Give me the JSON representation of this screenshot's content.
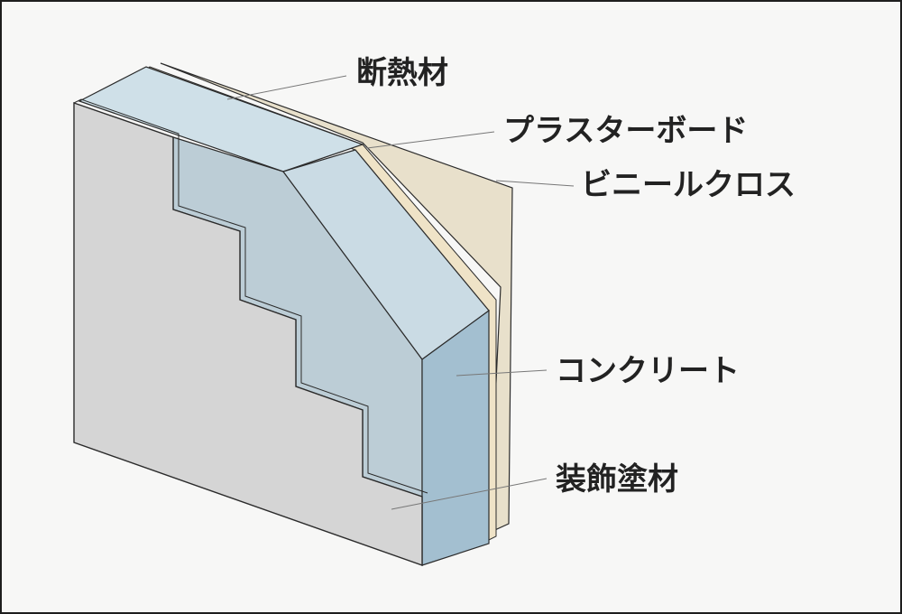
{
  "labels": {
    "insulation": "断熱材",
    "plaster_board": "プラスターボード",
    "vinyl_cloth": "ビニールクロス",
    "concrete": "コンクリート",
    "decorative_coating": "装飾塗材"
  },
  "colors": {
    "background": "#f7f7f6",
    "border": "#1e1e1e",
    "coating": "#d5d5d5",
    "concrete_front": "#a3bfd0",
    "concrete_top": "#c2d5df",
    "insulation": "#bccdd6",
    "insulation_top": "#cfe0e8",
    "plaster_board": "#efe3c7",
    "vinyl_cloth": "#e8e0cb",
    "edge": "#2b2b2b",
    "leader_line": "#777777"
  }
}
